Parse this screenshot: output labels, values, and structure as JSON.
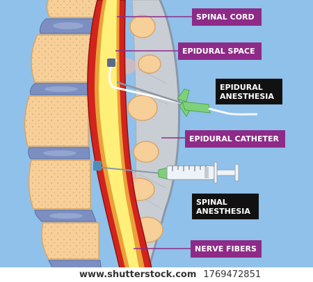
{
  "labels": {
    "spinal_cord": "SPINAL CORD",
    "epidural_space": "EPIDURAL SPACE",
    "epidural_anesthesia": "EPIDURAL\nANESTHESIA",
    "epidural_catheter": "EPIDURAL CATHETER",
    "spinal_anesthesia": "SPINAL\nANESTHESIA",
    "nerve_fibers": "NERVE FIBERS"
  },
  "footer": {
    "site": "www.shutterstock.com",
    "image_id": "1769472851"
  },
  "colors": {
    "background": "#8fc1ea",
    "label_purple": "#8e2a88",
    "label_black": "#111111",
    "vertebra": "#f6cf99",
    "disc": "#7c8fc0",
    "dura": "#d3231d",
    "spinal_cord": "#fff07a",
    "ligament": "#c9cdd4",
    "needle_green": "#7fd07a"
  }
}
